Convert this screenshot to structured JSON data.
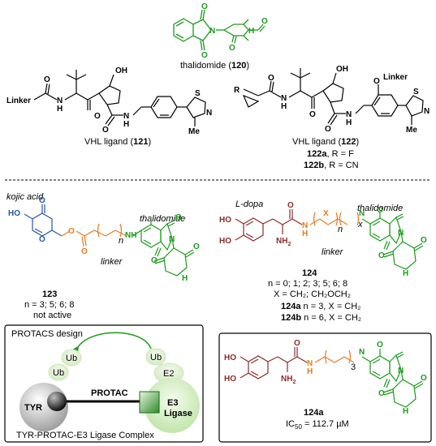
{
  "colors": {
    "green": "#1a9a1a",
    "orange": "#e8781e",
    "blue": "#2457a6",
    "maroon": "#8b2b2b",
    "light_green": "#d6efc6"
  },
  "thalidomide": {
    "name": "thalidomide (",
    "num": "120",
    "close": ")"
  },
  "vhl121": {
    "label": "VHL ligand (",
    "num": "121",
    "close": ")",
    "linker": "Linker",
    "oh": "OH",
    "me": "Me",
    "s": "S",
    "n": "N"
  },
  "vhl122": {
    "label": "VHL ligand (",
    "num": "122",
    "close": ")",
    "linker": "Linker",
    "r": "R",
    "oh": "OH",
    "o": "O",
    "me": "Me",
    "a_num": "122a",
    "a_text": ", R = F",
    "b_num": "122b",
    "b_text": ", R = CN"
  },
  "kojic": {
    "tag": "kojic acid",
    "thal_tag": "thalidomide",
    "linker_tag": "linker",
    "ho": "HO",
    "o": "O",
    "nh": "NH",
    "n_sub": "n",
    "num": "123",
    "n_values": "n = 3; 5; 6; 8",
    "note": "not active"
  },
  "ldopa": {
    "tag": "L-dopa",
    "thal_tag": "thalidomide",
    "linker_tag": "linker",
    "ho1": "HO",
    "ho2": "HO",
    "nh2": "NH",
    "nh2_sub": "2",
    "h": "H",
    "n": "N",
    "x": "X",
    "n_sub": "n",
    "x_sub": "x",
    "num": "124",
    "n_values": "n = 0; 1; 2; 3; 5; 6; 8",
    "x_values": "X = CH₂; CH₂OCH₂",
    "a_num": "124a",
    "a_text": " n = 3, X = CH₂",
    "b_num": "124b",
    "b_text": " n = 6, X = CH₂"
  },
  "protacs": {
    "title": "PROTACS design",
    "ub1": "Ub",
    "ub2": "Ub",
    "ub3": "Ub",
    "e2": "E2",
    "e3_1": "E3",
    "e3_2": "Ligase",
    "tyr": "TYR",
    "protac": "PROTAC",
    "caption": "TYR-PROTAC-E3 Ligase Complex"
  },
  "box124a": {
    "num": "124a",
    "ic50_label": "IC",
    "ic50_sub": "50",
    "ic50_value": " = 112.7 µM",
    "ho1": "HO",
    "ho2": "HO",
    "nh2": "NH",
    "nh2_sub": "2",
    "h": "H",
    "n": "N",
    "sub3": "3"
  }
}
